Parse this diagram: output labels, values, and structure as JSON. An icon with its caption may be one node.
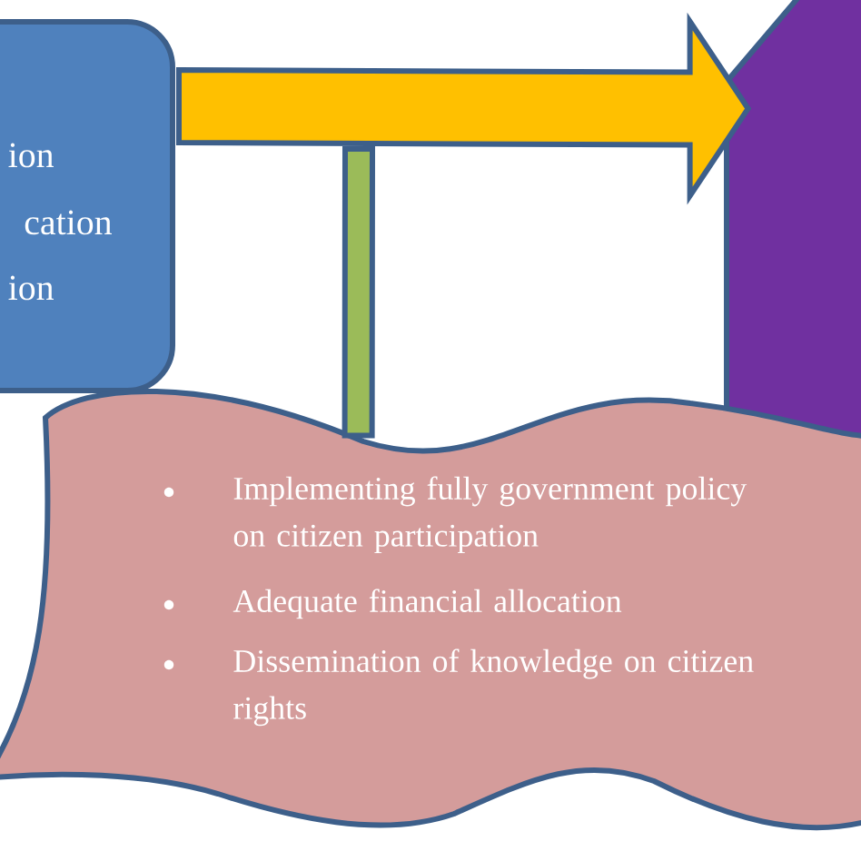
{
  "diagram": {
    "nodes": [
      {
        "text": [
          "ion",
          "cation",
          "ion"
        ]
      },
      {
        "text": [],
        "shape": "box"
      },
      {
        "text": [
          "Implementing fully government policy on citizen participation",
          "Adequate financial allocation",
          "Dissemination of knowledge on citizen rights"
        ]
      }
    ],
    "edges": [
      {
        "from": 0,
        "to": 1,
        "arrow": "to",
        "style": "thick",
        "color": "#ffc000"
      },
      {
        "from": null,
        "to": 2,
        "arrow": "none",
        "style": "thick",
        "color": "#9bbb59"
      }
    ]
  }
}
